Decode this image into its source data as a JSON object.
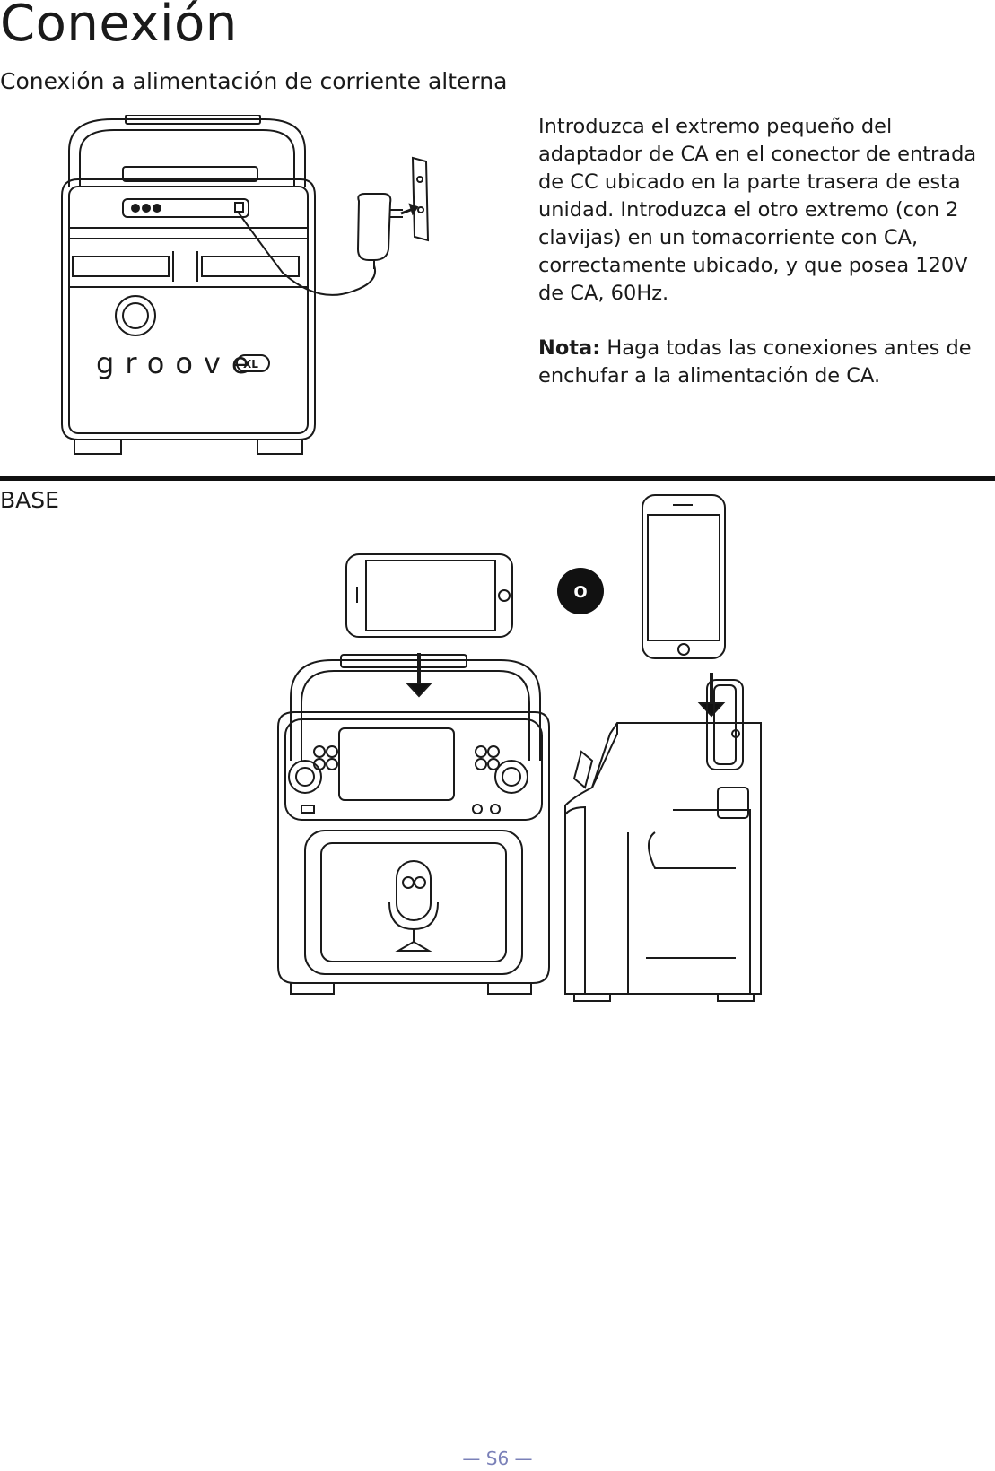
{
  "page": {
    "title": "Conexión",
    "subtitle": "Conexión a alimentación de corriente alterna",
    "instructions": "Introduzca el extremo pequeño del adaptador de CA en el conector de entrada de CC ubicado en la parte trasera de esta unidad. Introduzca el otro extremo (con 2 clavijas) en un tomacorriente con CA, correctamente ubicado, y que posea 120V de CA, 60Hz.",
    "note_label": "Nota:",
    "note_text": " Haga todas las conexiones antes de enchufar a la alimentación de CA.",
    "base_label": "BASE",
    "or_badge": "O",
    "page_number": "— S6 —"
  },
  "figures": {
    "speaker_brand": "groove",
    "speaker_model_badge": "XL"
  }
}
